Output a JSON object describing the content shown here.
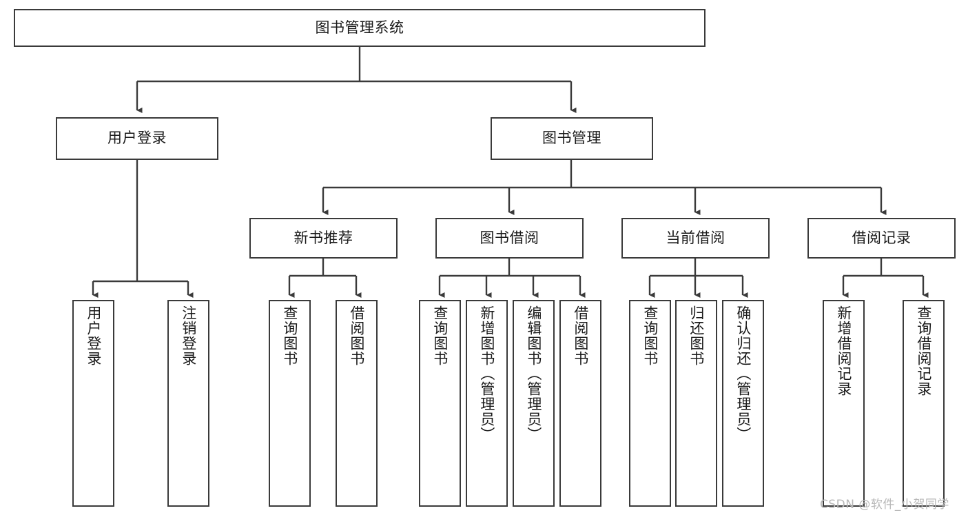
{
  "diagram": {
    "type": "tree-hierarchy",
    "title": "图书管理系统",
    "watermark": "CSDN @软件_小贺同学",
    "colors": {
      "box_border": "#3a3a3a",
      "connector": "#3a3a3a",
      "background": "#ffffff",
      "text": "#1a1a1a",
      "watermark": "#b8b8b8"
    },
    "nodes": {
      "root": {
        "label": "图书管理系统",
        "level": 1,
        "orientation": "horizontal"
      },
      "user_login": {
        "label": "用户登录",
        "level": 2,
        "orientation": "horizontal"
      },
      "book_manage": {
        "label": "图书管理",
        "level": 2,
        "orientation": "horizontal"
      },
      "new_book_rec": {
        "label": "新书推荐",
        "level": 3,
        "orientation": "horizontal"
      },
      "book_borrow": {
        "label": "图书借阅",
        "level": 3,
        "orientation": "horizontal"
      },
      "current_borrow": {
        "label": "当前借阅",
        "level": 3,
        "orientation": "horizontal"
      },
      "borrow_record": {
        "label": "借阅记录",
        "level": 3,
        "orientation": "horizontal"
      },
      "leaf_user_login": {
        "label": "用户登录",
        "level": 4,
        "orientation": "vertical"
      },
      "leaf_logout": {
        "label": "注销登录",
        "level": 4,
        "orientation": "vertical"
      },
      "leaf_query_book_1": {
        "label": "查询图书",
        "level": 4,
        "orientation": "vertical"
      },
      "leaf_borrow_book_1": {
        "label": "借阅图书",
        "level": 4,
        "orientation": "vertical"
      },
      "leaf_query_book_2": {
        "label": "查询图书",
        "level": 4,
        "orientation": "vertical"
      },
      "leaf_add_book": {
        "label": "新增图书（管理员）",
        "level": 4,
        "orientation": "vertical"
      },
      "leaf_edit_book": {
        "label": "编辑图书（管理员）",
        "level": 4,
        "orientation": "vertical"
      },
      "leaf_borrow_book_2": {
        "label": "借阅图书",
        "level": 4,
        "orientation": "vertical"
      },
      "leaf_query_book_3": {
        "label": "查询图书",
        "level": 4,
        "orientation": "vertical"
      },
      "leaf_return_book": {
        "label": "归还图书",
        "level": 4,
        "orientation": "vertical"
      },
      "leaf_confirm_return": {
        "label": "确认归还（管理员）",
        "level": 4,
        "orientation": "vertical"
      },
      "leaf_add_record": {
        "label": "新增借阅记录",
        "level": 4,
        "orientation": "vertical"
      },
      "leaf_query_record": {
        "label": "查询借阅记录",
        "level": 4,
        "orientation": "vertical"
      }
    },
    "edges": [
      {
        "from": "root",
        "to": "user_login"
      },
      {
        "from": "root",
        "to": "book_manage"
      },
      {
        "from": "book_manage",
        "to": "new_book_rec"
      },
      {
        "from": "book_manage",
        "to": "book_borrow"
      },
      {
        "from": "book_manage",
        "to": "current_borrow"
      },
      {
        "from": "book_manage",
        "to": "borrow_record"
      },
      {
        "from": "user_login",
        "to": "leaf_user_login"
      },
      {
        "from": "user_login",
        "to": "leaf_logout"
      },
      {
        "from": "new_book_rec",
        "to": "leaf_query_book_1"
      },
      {
        "from": "new_book_rec",
        "to": "leaf_borrow_book_1"
      },
      {
        "from": "book_borrow",
        "to": "leaf_query_book_2"
      },
      {
        "from": "book_borrow",
        "to": "leaf_add_book"
      },
      {
        "from": "book_borrow",
        "to": "leaf_edit_book"
      },
      {
        "from": "book_borrow",
        "to": "leaf_borrow_book_2"
      },
      {
        "from": "current_borrow",
        "to": "leaf_query_book_3"
      },
      {
        "from": "current_borrow",
        "to": "leaf_return_book"
      },
      {
        "from": "current_borrow",
        "to": "leaf_confirm_return"
      },
      {
        "from": "borrow_record",
        "to": "leaf_add_record"
      },
      {
        "from": "borrow_record",
        "to": "leaf_query_record"
      }
    ]
  }
}
